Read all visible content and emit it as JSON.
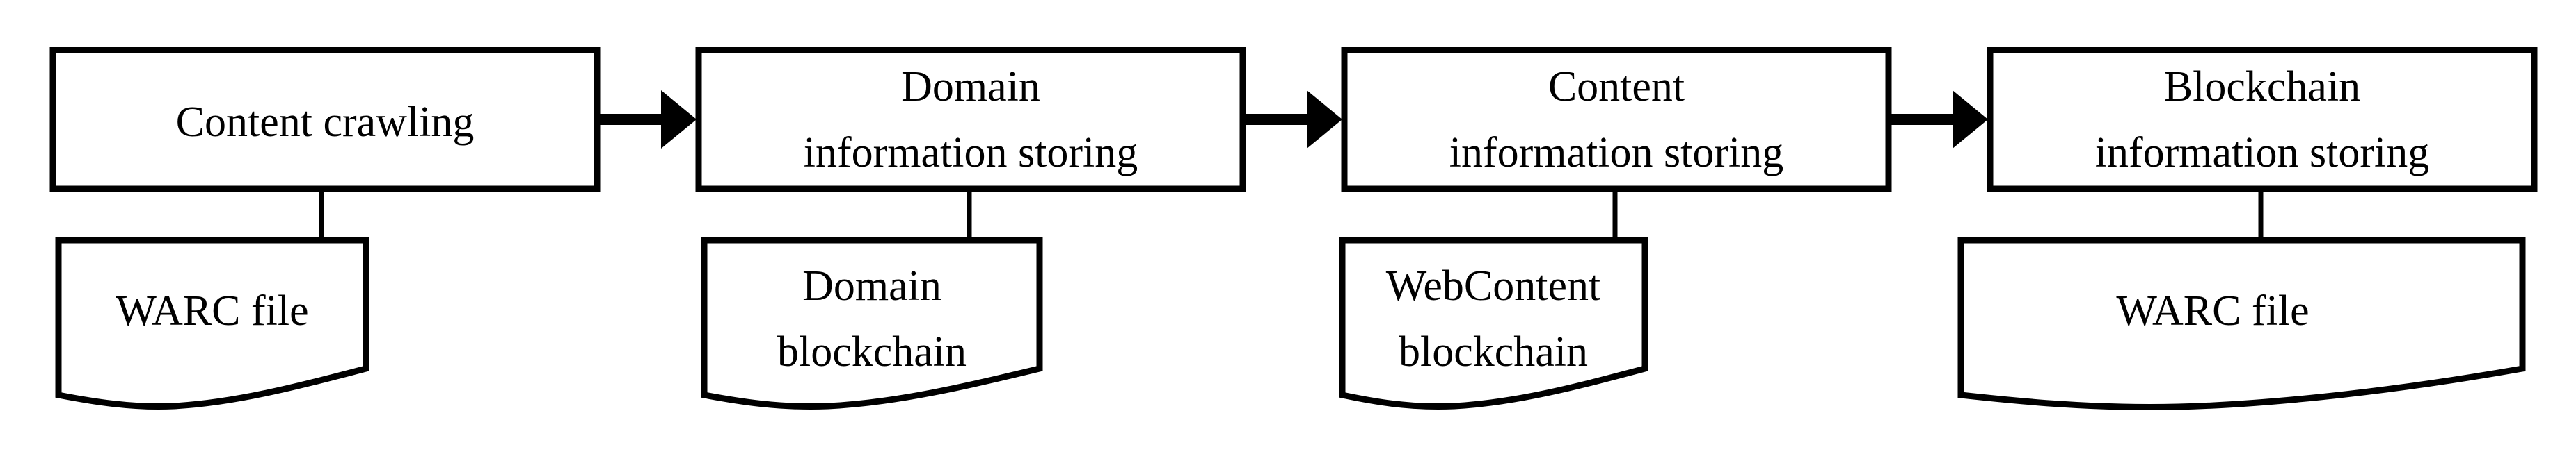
{
  "diagram": {
    "type": "flowchart",
    "title": "",
    "background_color": "#ffffff",
    "line_color": "#000000",
    "stages": [
      {
        "id": "stage-1",
        "label_lines": [
          "Content crawling"
        ],
        "artifact": {
          "id": "artifact-1",
          "label_lines": [
            "WARC file"
          ],
          "shape": "document"
        }
      },
      {
        "id": "stage-2",
        "label_lines": [
          "Domain",
          "information storing"
        ],
        "artifact": {
          "id": "artifact-2",
          "label_lines": [
            "Domain",
            "blockchain"
          ],
          "shape": "document"
        }
      },
      {
        "id": "stage-3",
        "label_lines": [
          "Content",
          "information storing"
        ],
        "artifact": {
          "id": "artifact-3",
          "label_lines": [
            "WebContent",
            "blockchain"
          ],
          "shape": "document"
        }
      },
      {
        "id": "stage-4",
        "label_lines": [
          "Blockchain",
          "information storing"
        ],
        "artifact": {
          "id": "artifact-4",
          "label_lines": [
            "WARC file"
          ],
          "shape": "document"
        }
      }
    ],
    "arrows": [
      {
        "id": "arrow-1",
        "from": "stage-1",
        "to": "stage-2",
        "direction": "right"
      },
      {
        "id": "arrow-2",
        "from": "stage-2",
        "to": "stage-3",
        "direction": "right"
      },
      {
        "id": "arrow-3",
        "from": "stage-3",
        "to": "stage-4",
        "direction": "right"
      }
    ]
  }
}
